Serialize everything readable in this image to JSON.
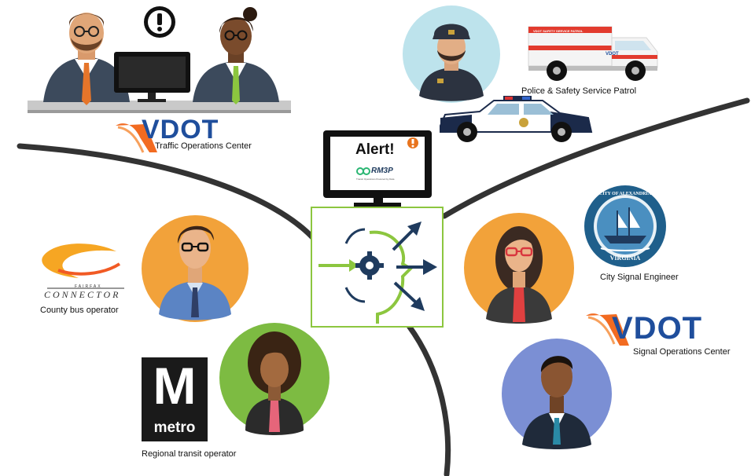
{
  "alert_monitor": {
    "title": "Alert!",
    "logo_text": "RM3P",
    "logo_subtext": "Transit Operations Powered by Data"
  },
  "traffic_ops": {
    "brand": "VDOT",
    "label": "Traffic Operations Center"
  },
  "police": {
    "label": "Police & Safety Service Patrol",
    "truck_banner": "VDOT SAFETY SERVICE PATROL",
    "truck_logo": "VDOT"
  },
  "county_bus": {
    "logo_top": "FAIRFAX",
    "logo_word": "CONNECTOR",
    "label": "County bus operator"
  },
  "metro": {
    "letter": "M",
    "word": "metro",
    "label": "Regional transit operator"
  },
  "city_signal": {
    "seal_top": "CITY OF ALEXANDRIA",
    "seal_bottom": "VIRGINIA",
    "label": "City Signal Engineer"
  },
  "signal_ops": {
    "brand": "VDOT",
    "label": "Signal Operations Center"
  },
  "colors": {
    "vdot_blue": "#1f4e9c",
    "vdot_orange": "#f26b21",
    "hub_green": "#8cc63f",
    "hub_navy": "#1f3b5e",
    "curve": "#333333",
    "orange_circle": "#f2a23a",
    "green_circle": "#7dbb42",
    "blue_circle": "#7b8fd4",
    "teal_circle": "#bde3ec"
  }
}
